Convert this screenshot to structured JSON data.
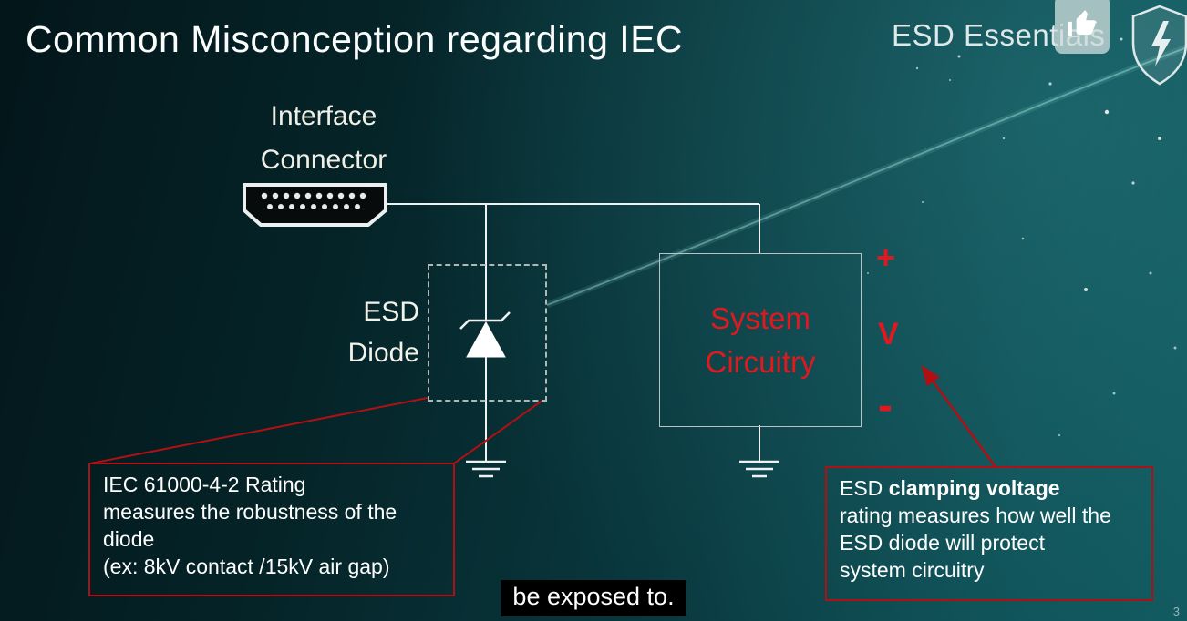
{
  "slide": {
    "title": "Common Misconception regarding IEC",
    "brand": "ESD Essentials",
    "page_number": "3",
    "caption": "be exposed to."
  },
  "diagram": {
    "connector_label": [
      "Interface",
      "Connector"
    ],
    "esd_diode_label": [
      "ESD",
      "Diode"
    ],
    "system_box_label": [
      "System",
      "Circuitry"
    ],
    "polarity": {
      "plus": "+",
      "v": "V",
      "minus": "-"
    }
  },
  "callouts": {
    "iec_rating": {
      "lines": [
        "IEC 61000-4-2 Rating",
        "measures the robustness of the",
        "diode",
        "(ex: 8kV contact /15kV air gap)"
      ]
    },
    "clamping": {
      "line1_prefix": "ESD ",
      "line1_bold": "clamping voltage",
      "lines": [
        "rating measures how well the",
        "ESD diode will protect",
        "system circuitry"
      ]
    }
  },
  "icons": {
    "like": "thumbs-up-icon",
    "shield": "shield-icon"
  },
  "colors": {
    "accent_red": "#b01014",
    "text_red": "#e0191e",
    "wire_white": "#eef2f2",
    "background_dark": "#03161a",
    "background_teal": "#0f575d"
  }
}
